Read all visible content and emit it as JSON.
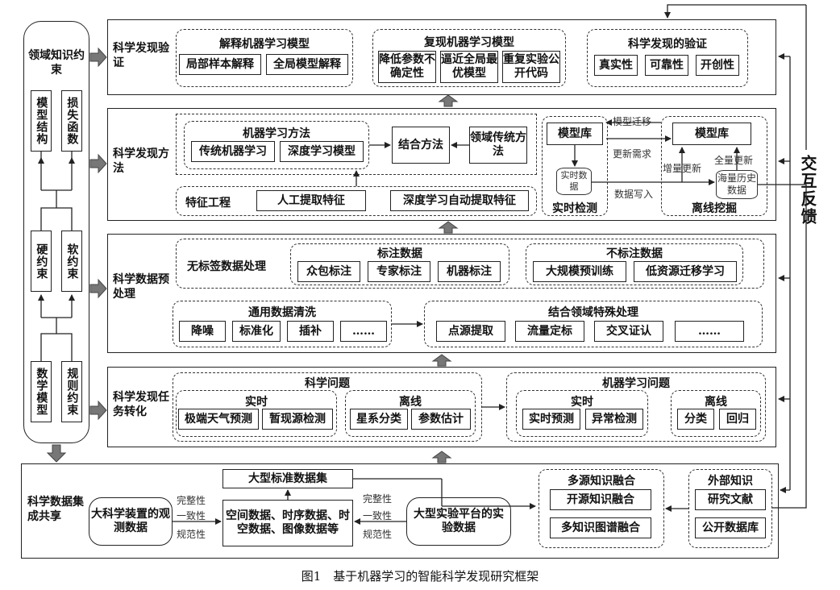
{
  "left_column": {
    "title": "领域知识约束",
    "model_structure": "模型结构",
    "loss_function": "损失函数",
    "hard_constraint": "硬约束",
    "soft_constraint": "软约束",
    "math_model": "数学模型",
    "rule_constraint": "规则约束"
  },
  "verification": {
    "label": "科学发现验证",
    "explain": {
      "title": "解释机器学习模型",
      "items": [
        "局部样本解释",
        "全局模型解释"
      ]
    },
    "reproduce": {
      "title": "复现机器学习模型",
      "items": [
        "降低参数不确定性",
        "逼近全局最优模型",
        "重复实验公开代码"
      ]
    },
    "validate": {
      "title": "科学发现的验证",
      "items": [
        "真实性",
        "可靠性",
        "开创性"
      ]
    }
  },
  "method": {
    "label": "科学发现方法",
    "ml_methods": {
      "title": "机器学习方法",
      "items": [
        "传统机器学习",
        "深度学习模型"
      ]
    },
    "combine": "结合方法",
    "domain_traditional": "领域传统方法",
    "feature_engineering": {
      "title": "特征工程",
      "items": [
        "人工提取特征",
        "深度学习自动提取特征"
      ]
    },
    "model_lib_left": "模型库",
    "model_lib_right": "模型库",
    "realtime_data": "实时数据",
    "realtime_detect": "实时检测",
    "massive_history": "海量历史数据",
    "offline_mining": "离线挖掘",
    "model_transfer": "模型迁移",
    "update_need": "更新需求",
    "data_write": "数据写入",
    "incremental_update": "增量更新",
    "full_update": "全量更新"
  },
  "preprocess": {
    "label": "科学数据预处理",
    "unlabeled_processing": "无标签数据处理",
    "labeled": {
      "title": "标注数据",
      "items": [
        "众包标注",
        "专家标注",
        "机器标注"
      ]
    },
    "not_labeled": {
      "title": "不标注数据",
      "items": [
        "大规模预训练",
        "低资源迁移学习"
      ]
    },
    "cleaning": {
      "title": "通用数据清洗",
      "items": [
        "降噪",
        "标准化",
        "插补",
        "……"
      ]
    },
    "domain_special": {
      "title": "结合领域特殊处理",
      "items": [
        "点源提取",
        "流量定标",
        "交叉证认",
        "……"
      ]
    }
  },
  "task": {
    "label": "科学发现任务转化",
    "science": {
      "title": "科学问题",
      "realtime": {
        "title": "实时",
        "items": [
          "极端天气预测",
          "暂现源检测"
        ]
      },
      "offline": {
        "title": "离线",
        "items": [
          "星系分类",
          "参数估计"
        ]
      }
    },
    "ml": {
      "title": "机器学习问题",
      "realtime": {
        "title": "实时",
        "items": [
          "实时预测",
          "异常检测"
        ]
      },
      "offline": {
        "title": "离线",
        "items": [
          "分类",
          "回归"
        ]
      }
    }
  },
  "integration": {
    "label": "科学数据集成共享",
    "big_facility": "大科学装置的观测数据",
    "standard_dataset": "大型标准数据集",
    "data_types": "空间数据、时序数据、时空数据、图像数据等",
    "big_platform": "大型实验平台的实验数据",
    "qualities_left": [
      "完整性",
      "一致性",
      "规范性"
    ],
    "qualities_right": [
      "完整性",
      "一致性",
      "规范性"
    ],
    "multi_source": {
      "title": "多源知识融合",
      "items": [
        "开源知识融合",
        "多知识图谱融合"
      ]
    },
    "external": {
      "title": "外部知识",
      "items": [
        "研究文献",
        "公开数据库"
      ]
    }
  },
  "feedback": "交互反馈",
  "caption": "图1　基于机器学习的智能科学发现研究框架"
}
